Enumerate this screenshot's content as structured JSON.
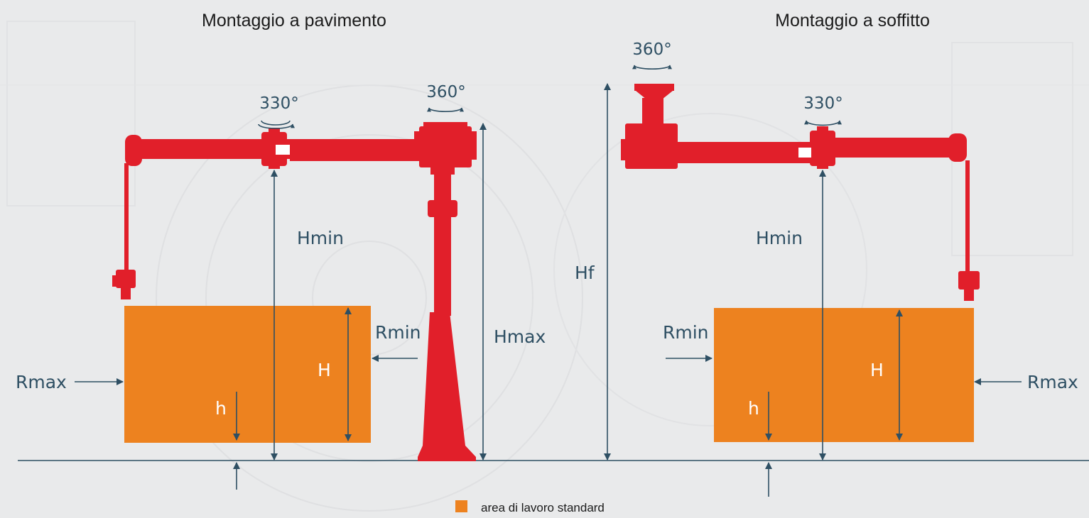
{
  "left_panel": {
    "title": "Montaggio a pavimento",
    "rotation_arm": "330°",
    "rotation_column": "360°",
    "labels": {
      "hmin": "Hmin",
      "hmax": "Hmax",
      "rmin": "Rmin",
      "rmax": "Rmax",
      "h_upper": "H",
      "h_lower": "h"
    }
  },
  "right_panel": {
    "title": "Montaggio a soffitto",
    "rotation_arm": "330°",
    "rotation_mount": "360°",
    "labels": {
      "hf": "Hf",
      "hmin": "Hmin",
      "rmin": "Rmin",
      "rmax": "Rmax",
      "h_upper": "H",
      "h_lower": "h"
    }
  },
  "legend": {
    "label": "area di lavoro standard"
  },
  "colors": {
    "work_area": "#ed821f",
    "manipulator": "#e11f2a",
    "dimension_lines": "#2e4f63",
    "background": "#e9eaeb"
  }
}
